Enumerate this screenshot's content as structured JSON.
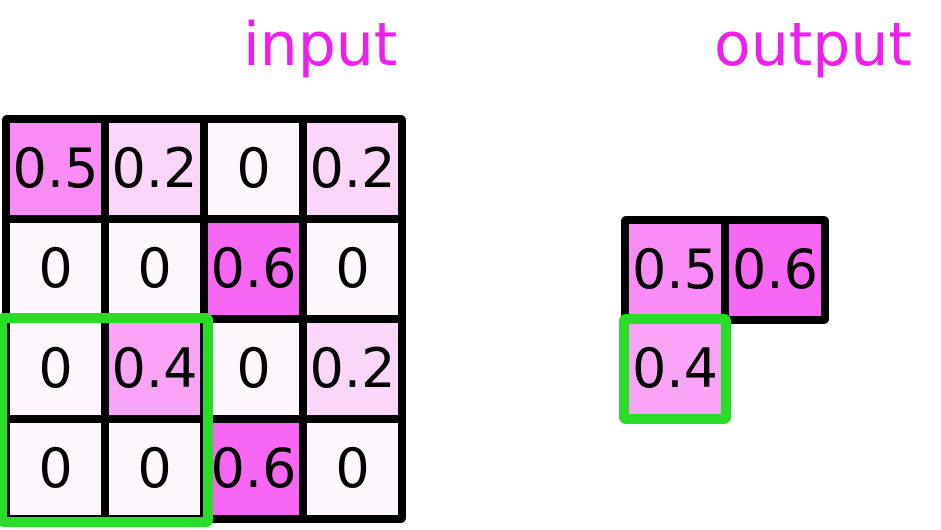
{
  "labels": {
    "input_title": "input",
    "output_title": "output"
  },
  "colors": {
    "title": "#EE1EEE",
    "grid_line": "#000000",
    "highlight_green": "#28DC28",
    "value_text": "#000000",
    "background": "#FFFFFF"
  },
  "input_grid": {
    "rows": [
      [
        "0.5",
        "0.2",
        "0",
        "0.2"
      ],
      [
        "0",
        "0",
        "0.6",
        "0"
      ],
      [
        "0",
        "0.4",
        "0",
        "0.2"
      ],
      [
        "0",
        "0",
        "0.6",
        "0"
      ]
    ],
    "cells": [
      {
        "value": "0.5",
        "color": "#FA8CF8"
      },
      {
        "value": "0.2",
        "color": "#FBD5FA"
      },
      {
        "value": "0",
        "color": "#FEF8FE"
      },
      {
        "value": "0.2",
        "color": "#FBD5FA"
      },
      {
        "value": "0",
        "color": "#FEF8FE"
      },
      {
        "value": "0",
        "color": "#FEF8FE"
      },
      {
        "value": "0.6",
        "color": "#F867F3"
      },
      {
        "value": "0",
        "color": "#FEF8FE"
      },
      {
        "value": "0",
        "color": "#FEF8FE"
      },
      {
        "value": "0.4",
        "color": "#FAA4F7"
      },
      {
        "value": "0",
        "color": "#FEF8FE"
      },
      {
        "value": "0.2",
        "color": "#FBD5FA"
      },
      {
        "value": "0",
        "color": "#FEF8FE"
      },
      {
        "value": "0",
        "color": "#FEF8FE"
      },
      {
        "value": "0.6",
        "color": "#F867F3"
      },
      {
        "value": "0",
        "color": "#FEF8FE"
      }
    ]
  },
  "output_grid": {
    "cells": [
      {
        "value": "0.5",
        "color": "#FA8CF8"
      },
      {
        "value": "0.6",
        "color": "#F867F3"
      }
    ],
    "highlighted_cell": {
      "value": "0.4",
      "color": "#FAA4F7"
    }
  }
}
